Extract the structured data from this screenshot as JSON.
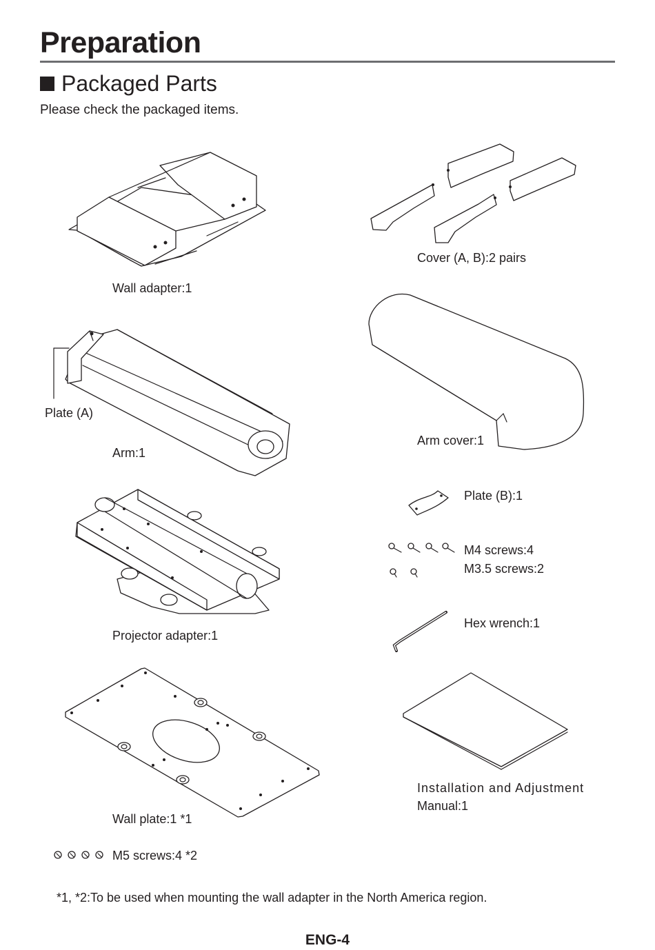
{
  "header": {
    "title": "Preparation",
    "section_title": "Packaged Parts",
    "intro": "Please check the packaged items."
  },
  "parts": {
    "wall_adapter": "Wall adapter:1",
    "cover": "Cover (A, B):2 pairs",
    "plate_a": "Plate (A)",
    "arm": "Arm:1",
    "arm_cover": "Arm cover:1",
    "plate_b": "Plate (B):1",
    "m4_screws": "M4 screws:4",
    "m35_screws": "M3.5 screws:2",
    "hex_wrench": "Hex wrench:1",
    "projector_adapter": "Projector adapter:1",
    "manual_line1": "Installation and Adjustment",
    "manual_line2": "Manual:1",
    "wall_plate": "Wall plate:1 *1",
    "m5_screws": "M5 screws:4 *2"
  },
  "footnote": "*1, *2:To be used when mounting the wall adapter in the North America region.",
  "page_number": "ENG-4"
}
